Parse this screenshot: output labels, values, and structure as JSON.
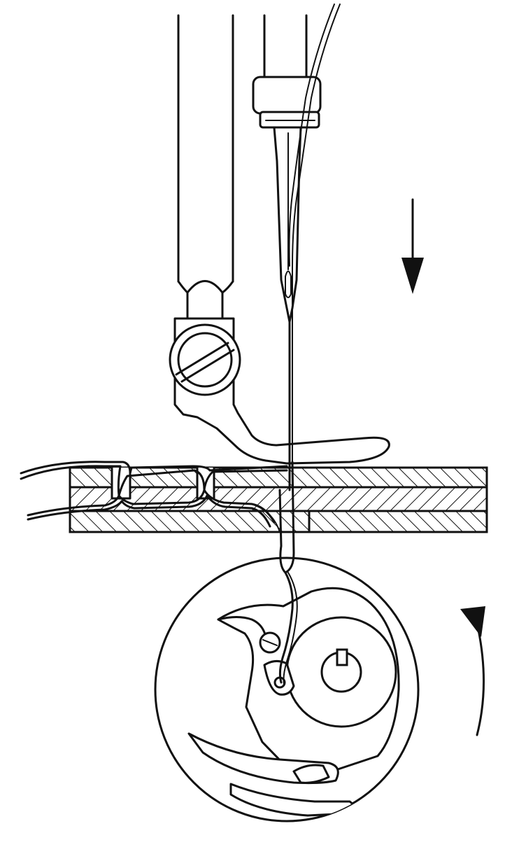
{
  "diagram": {
    "kind": "sewing-machine-lockstitch-illustration",
    "colors": {
      "ink": "#111111",
      "paper": "#ffffff"
    },
    "parts": [
      "presser-bar",
      "needle-bar",
      "needle-clamp",
      "needle",
      "upper-thread",
      "presser-foot",
      "presser-foot-screw",
      "fabric-layers",
      "lock-stitches",
      "rotary-hook",
      "bobbin-case",
      "bobbin-thread",
      "needle-direction-arrow",
      "hook-rotation-arrow"
    ],
    "needle_direction": "down",
    "hook_rotation": "counter-clockwise"
  }
}
